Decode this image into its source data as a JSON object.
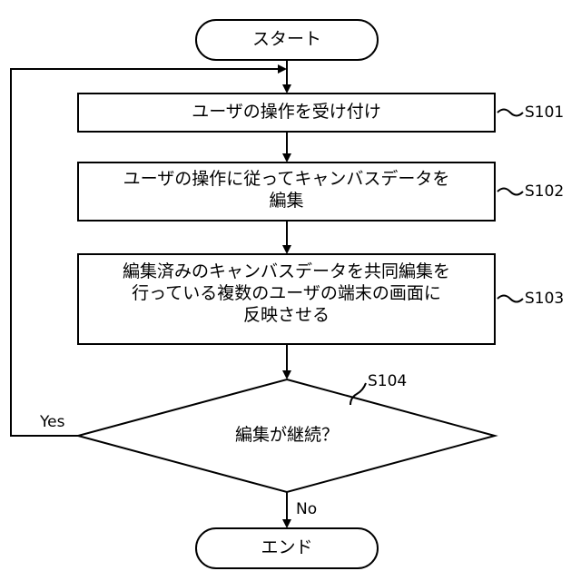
{
  "diagram": {
    "start_label": "スタート",
    "end_label": "エンド",
    "steps": [
      {
        "id": "S101",
        "text": [
          "ユーザの操作を受け付け"
        ]
      },
      {
        "id": "S102",
        "text": [
          "ユーザの操作に従ってキャンバスデータを",
          "編集"
        ]
      },
      {
        "id": "S103",
        "text": [
          "編集済みのキャンバスデータを共同編集を",
          "行っている複数のユーザの端末の画面に",
          "反映させる"
        ]
      }
    ],
    "decision": {
      "id": "S104",
      "text": "編集が継続？"
    },
    "edges": {
      "yes": "Yes",
      "no": "No"
    }
  }
}
